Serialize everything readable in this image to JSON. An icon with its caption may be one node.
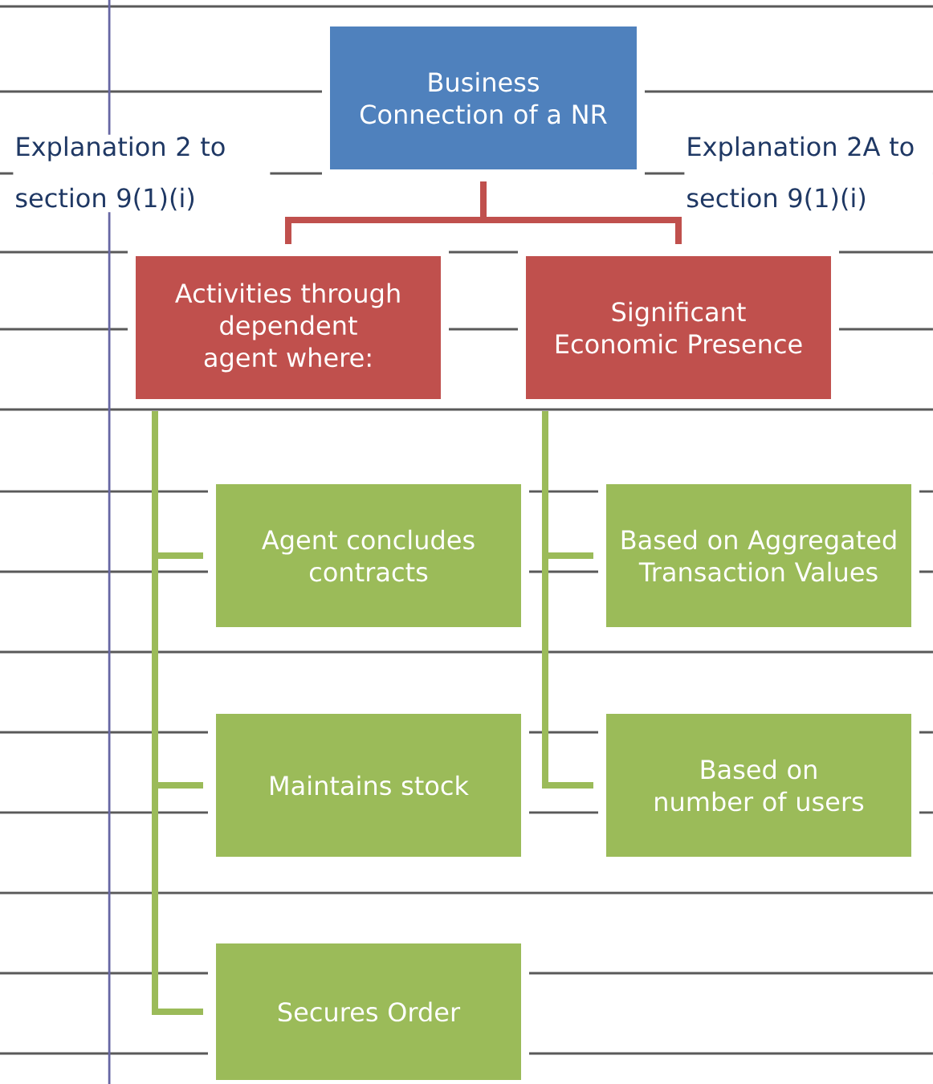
{
  "diagram": {
    "nodes": [
      {
        "text": [
          "Business Connection of a NR"
        ]
      },
      {
        "text": [
          "Activities through dependent agent where:"
        ]
      },
      {
        "text": [
          "Significant Economic Presence"
        ]
      },
      {
        "text": [
          "Agent concludes contracts"
        ]
      },
      {
        "text": [
          "Maintains stock"
        ]
      },
      {
        "text": [
          "Secures Order"
        ]
      },
      {
        "text": [
          "Based on Aggregated Transaction Values"
        ]
      },
      {
        "text": [
          "Based on number of users"
        ]
      }
    ],
    "edges": [
      {
        "from": 0,
        "to": 1,
        "arrow": "none",
        "color": "#c0504d"
      },
      {
        "from": 0,
        "to": 2,
        "arrow": "none",
        "color": "#c0504d"
      },
      {
        "from": 1,
        "to": 3,
        "arrow": "none"
      },
      {
        "from": 1,
        "to": 4,
        "arrow": "none"
      },
      {
        "from": 1,
        "to": 5,
        "arrow": "none"
      },
      {
        "from": 2,
        "to": 6,
        "arrow": "none"
      },
      {
        "from": 2,
        "to": 7,
        "arrow": "none"
      }
    ],
    "labels": [
      "Explanation 2 to section 9(1)(i)",
      "Explanation 2A to section 9(1)(i)"
    ]
  }
}
